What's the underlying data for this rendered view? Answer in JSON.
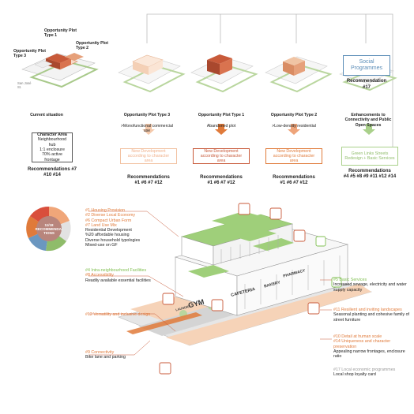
{
  "top": {
    "labels": {
      "plot1": "Opportunity Plot Type 1",
      "plot2": "Opportunity Plot Type 2",
      "plot3": "Opportunity Plot Type 3",
      "street": "San José St."
    },
    "columns": [
      {
        "title": "Current situation",
        "sub": "",
        "box_title": "Character Area",
        "box_lines": [
          "Neighbourhood hub",
          "1:1 enclosure",
          "70% active frontage"
        ],
        "recs": "Recommendations #7 #10 #14"
      },
      {
        "title": "Opportunity Plot Type 3",
        "sub": ">Monofunctional commercial use",
        "box": "New Development according to character area",
        "recs_title": "Recommendations",
        "recs": "#1 #6 #7 #12"
      },
      {
        "title": "Opportunity Plot Type 1",
        "sub": "Abandoned plot",
        "box": "New Development according to character area",
        "recs_title": "Recommendations",
        "recs": "#1 #6 #7 #12"
      },
      {
        "title": "Opportunity Plot Type 2",
        "sub": ">Low-density residential",
        "box": "New Development according to character area",
        "recs_title": "Recommendations",
        "recs": "#1 #6 #7 #12"
      },
      {
        "title": "Enhancements to Connectivity and Public Open Spaces",
        "sub": "",
        "box": "Green Links Streets Redesign + Basic Services",
        "recs_title": "Recommendations",
        "recs": "#4 #5 #8 #9 #11 #12 #14"
      }
    ],
    "social": {
      "title": "Social Programmes",
      "recs_title": "Recommendation",
      "recs": "#17"
    }
  },
  "wheel": {
    "line1": "11/18",
    "line2": "RECOMMENDA-",
    "line3": "TIONS"
  },
  "left_items": [
    {
      "heads": [
        "#1 Housing Provision",
        "#2 Diverse Local Economy",
        "#6 Compact Urban Form",
        "#7 Land Use Mix"
      ],
      "body": [
        "Residential Development",
        "%20 affordable housing",
        "Diverse household typologies",
        "Mixed-use on GF"
      ]
    },
    {
      "heads": [
        "#4 Intra-neighbourhood Facilities",
        "#8 Accessibility"
      ],
      "body": [
        "Readily available essential facilities"
      ]
    },
    {
      "heads": [
        "#12 Versatility and inclusive design"
      ],
      "body": []
    },
    {
      "heads": [
        "#9 Connectivity"
      ],
      "body": [
        "Bike lane and parking"
      ]
    }
  ],
  "right_items": [
    {
      "heads": [
        "#5 Basic Services"
      ],
      "body": [
        "Increased sewage, electricity and water supply capacity"
      ]
    },
    {
      "heads": [
        "#11 Resilient and inviting landscapes"
      ],
      "body": [
        "Seasonal planting and cohesive family of street furniture"
      ]
    },
    {
      "heads": [
        "#10 Detail at human scale",
        "#14 Uniqueness and character preservation"
      ],
      "body": [
        "Appealing narrow frontages, enclosure ratio"
      ]
    },
    {
      "heads": [
        "#17 Local economic programmes"
      ],
      "body": [
        "Local shop loyalty card"
      ]
    }
  ],
  "signs": {
    "laundry": "LAUNDRY",
    "gym": "GYM",
    "cafeteria": "CAFETERIA",
    "bakery": "BAKERY",
    "pharmacy": "PHARMACY"
  },
  "colors": {
    "orange": "#e07a3a",
    "green": "#7fbf4f",
    "grey": "#9a9a9a",
    "blue": "#5b8db8"
  }
}
